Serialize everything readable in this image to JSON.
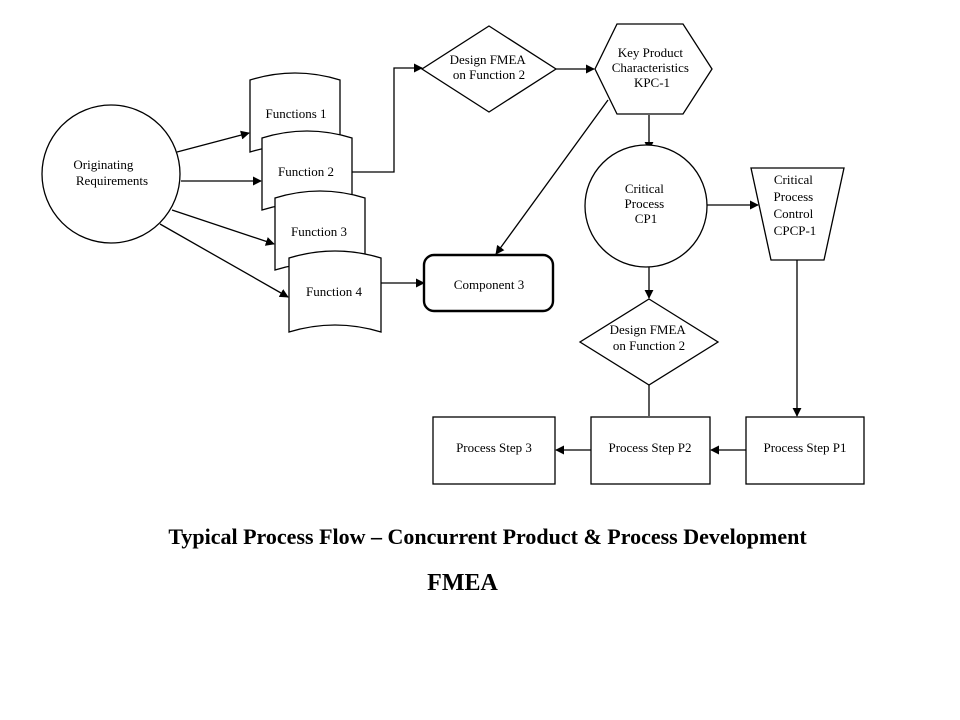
{
  "nodes": {
    "originating_requirements": [
      "Originating",
      "Requirements"
    ],
    "functions_1": [
      "Functions 1"
    ],
    "function_2": [
      "Function 2"
    ],
    "function_3": [
      "Function 3"
    ],
    "function_4": [
      "Function 4"
    ],
    "design_fmea_top": [
      "Design FMEA",
      "on Function 2"
    ],
    "key_product_characteristics": [
      "Key Product",
      "Characteristics",
      "KPC-1"
    ],
    "component_3": [
      "Component 3"
    ],
    "critical_process": [
      "Critical",
      "Process",
      "CP1"
    ],
    "critical_process_control": [
      "Critical",
      "Process",
      "Control",
      "CPCP-1"
    ],
    "design_fmea_bottom": [
      "Design FMEA",
      "on Function 2"
    ],
    "process_step_p1": [
      "Process Step P1"
    ],
    "process_step_p2": [
      "Process Step P2"
    ],
    "process_step_3": [
      "Process Step 3"
    ]
  },
  "caption": {
    "title": "Typical Process Flow – Concurrent Product & Process Development",
    "subtitle": "FMEA"
  }
}
